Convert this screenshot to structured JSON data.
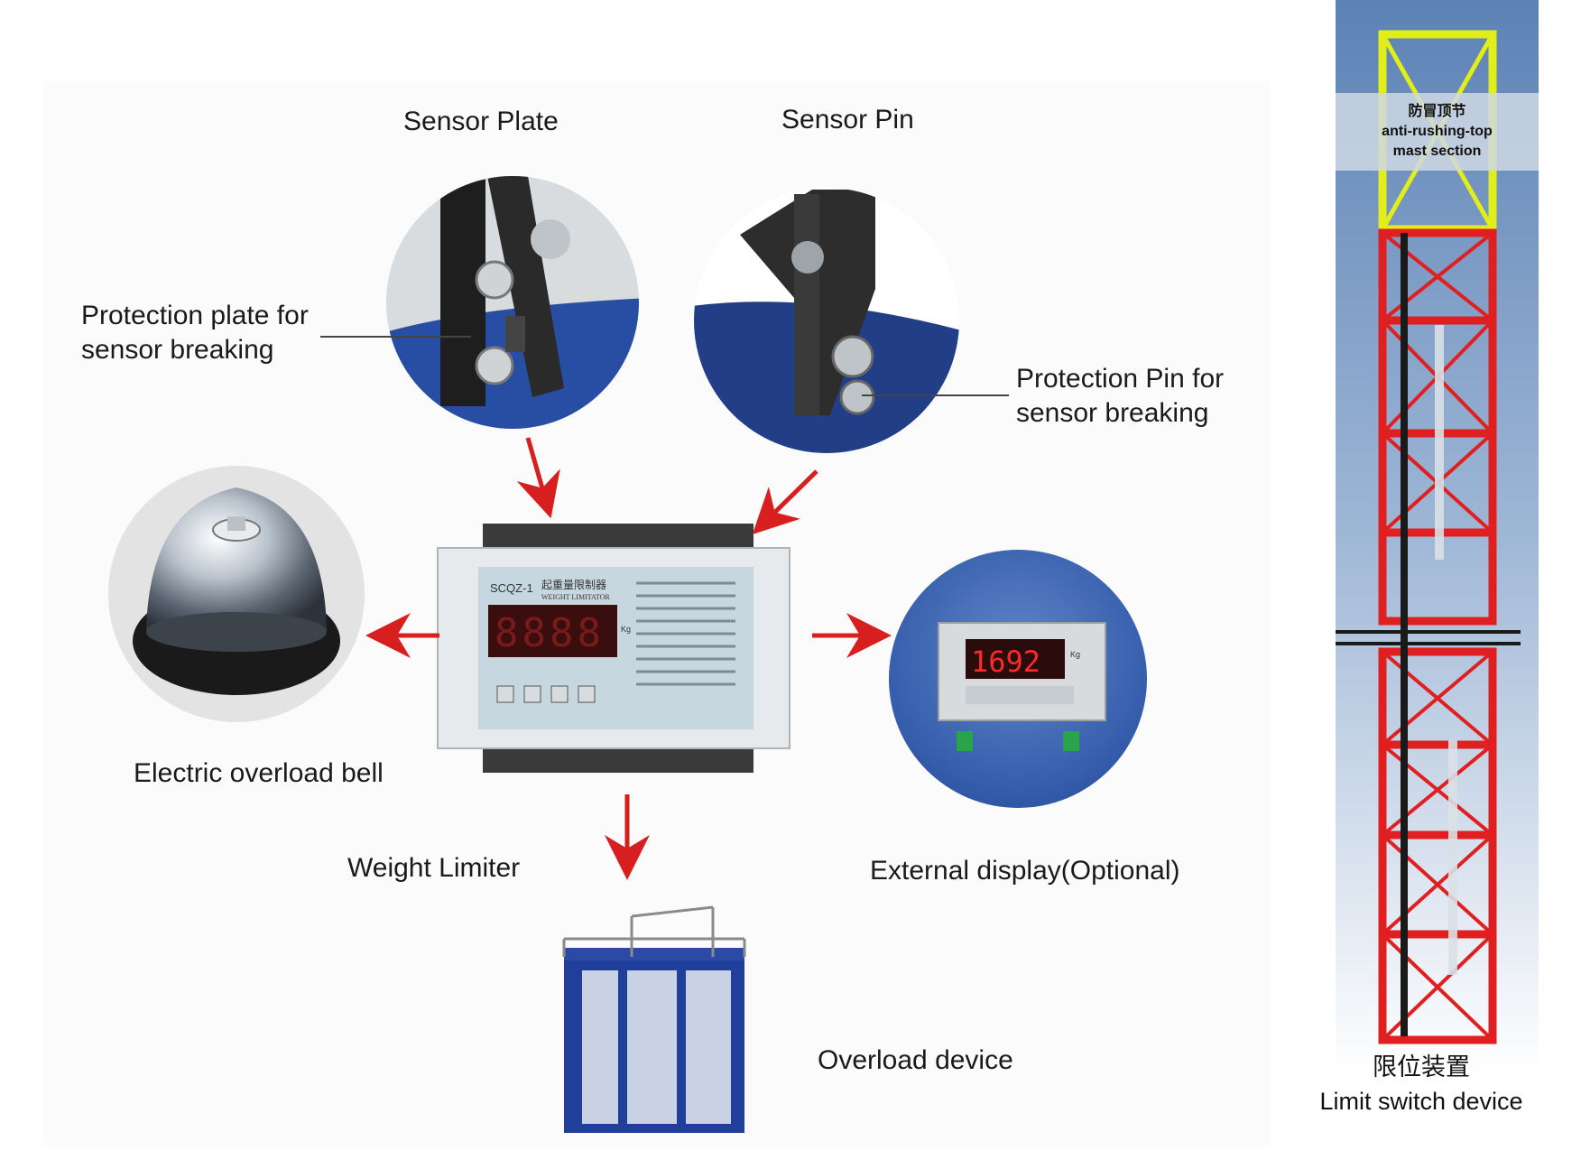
{
  "labels": {
    "sensor_plate": "Sensor Plate",
    "sensor_pin": "Sensor Pin",
    "protection_plate_l1": "Protection plate for",
    "protection_plate_l2": "sensor breaking",
    "protection_pin_l1": "Protection Pin for",
    "protection_pin_l2": "sensor breaking",
    "bell": "Electric overload bell",
    "weight_limiter": "Weight Limiter",
    "external_display": "External display(Optional)",
    "overload_device": "Overload device"
  },
  "controller": {
    "model": "SCQZ-1",
    "title_cn": "起重量限制器",
    "title_en": "WEIGHT LIMITATOR",
    "display_value": "8888",
    "unit": "Kg"
  },
  "external_display": {
    "value": "1692",
    "unit": "Kg"
  },
  "tower": {
    "top_cn": "防冒顶节",
    "top_en_l1": "anti-rushing-top",
    "top_en_l2": "mast section",
    "bottom_cn": "限位装置",
    "bottom_en": "Limit switch device"
  },
  "colors": {
    "arrow": "#d71f1f",
    "mast_red": "#e02020",
    "mast_yellow": "#e2ee1a",
    "tower_bg": "#6f93c0",
    "cage_blue": "#1f3f9a",
    "led_red": "#ff2020"
  }
}
